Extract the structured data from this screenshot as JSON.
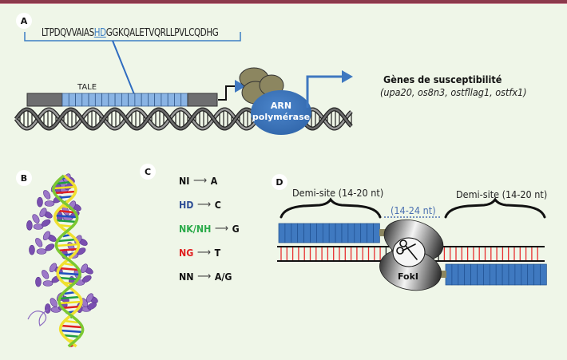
{
  "panels": {
    "a": {
      "badge": "A",
      "sequence_prefix": "LTPDQVVAIAS",
      "sequence_highlight": "HD",
      "sequence_suffix": "GGKQALETVQRLLPVLCQDHG",
      "tale_label": "TALE",
      "polymerase_label_line1": "ARN",
      "polymerase_label_line2": "polymérase",
      "genes_title": "Gènes de susceptibilité",
      "genes_list": "(upa20, os8n3, ostfllag1, ostfx1)"
    },
    "b": {
      "badge": "B"
    },
    "c": {
      "badge": "C",
      "rvd_rules": [
        {
          "rvd": "NI",
          "base": "A",
          "color": "#111111"
        },
        {
          "rvd": "HD",
          "base": "C",
          "color": "#2f4f96"
        },
        {
          "rvd": "NK/NH",
          "base": "G",
          "color": "#2bab4a"
        },
        {
          "rvd": "NG",
          "base": "T",
          "color": "#e02020"
        },
        {
          "rvd": "NN",
          "base": "A/G",
          "color": "#111111"
        }
      ],
      "arrow": "⟶"
    },
    "d": {
      "badge": "D",
      "left_demi_site": "Demi-site (14-20 nt)",
      "right_demi_site": "Demi-site (14-20 nt)",
      "spacer_label": "(14-24 nt)",
      "nuclease_label": "FokI"
    }
  },
  "colors": {
    "background": "#eff6e8",
    "header_bar": "#8c3a4c",
    "tale_repeat": "#8ab4e4",
    "tale_end": "#6e6e70",
    "talen_repeat": "#3f79c0",
    "polymerase": "#3f78c0",
    "subunit": "#8c8660",
    "dna_rung": "#e83030"
  }
}
